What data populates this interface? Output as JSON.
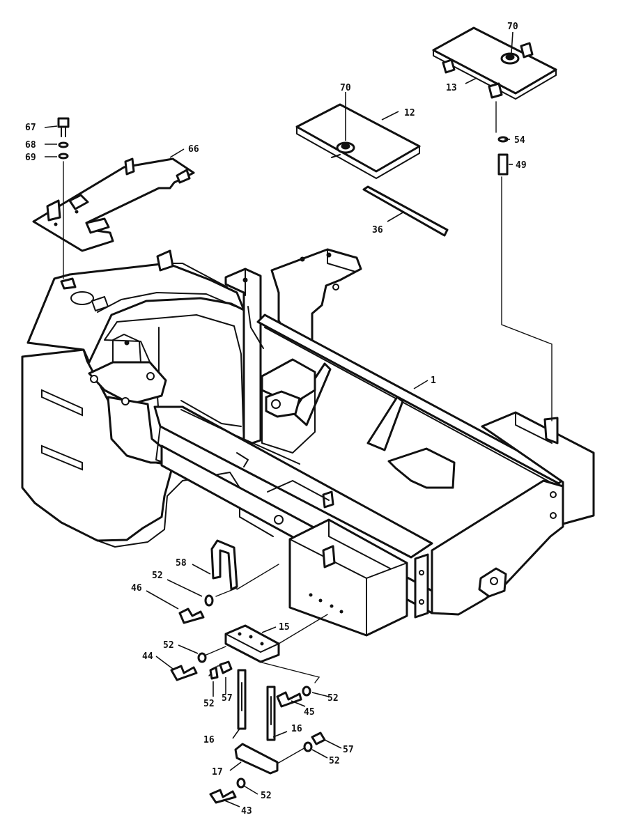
{
  "diagram": {
    "callouts": [
      {
        "id": "c-70a",
        "text": "70"
      },
      {
        "id": "c-70b",
        "text": "70"
      },
      {
        "id": "c-13",
        "text": "13"
      },
      {
        "id": "c-12",
        "text": "12"
      },
      {
        "id": "c-54",
        "text": "54"
      },
      {
        "id": "c-49",
        "text": "49"
      },
      {
        "id": "c-36",
        "text": "36"
      },
      {
        "id": "c-67",
        "text": "67"
      },
      {
        "id": "c-68",
        "text": "68"
      },
      {
        "id": "c-69",
        "text": "69"
      },
      {
        "id": "c-66",
        "text": "66"
      },
      {
        "id": "c-1",
        "text": "1"
      },
      {
        "id": "c-58",
        "text": "58"
      },
      {
        "id": "c-52a",
        "text": "52"
      },
      {
        "id": "c-46",
        "text": "46"
      },
      {
        "id": "c-15",
        "text": "15"
      },
      {
        "id": "c-52b",
        "text": "52"
      },
      {
        "id": "c-44",
        "text": "44"
      },
      {
        "id": "c-52c",
        "text": "52"
      },
      {
        "id": "c-57a",
        "text": "57"
      },
      {
        "id": "c-52d",
        "text": "52"
      },
      {
        "id": "c-45",
        "text": "45"
      },
      {
        "id": "c-16a",
        "text": "16"
      },
      {
        "id": "c-16b",
        "text": "16"
      },
      {
        "id": "c-57b",
        "text": "57"
      },
      {
        "id": "c-52e",
        "text": "52"
      },
      {
        "id": "c-17",
        "text": "17"
      },
      {
        "id": "c-52f",
        "text": "52"
      },
      {
        "id": "c-43",
        "text": "43"
      }
    ]
  }
}
